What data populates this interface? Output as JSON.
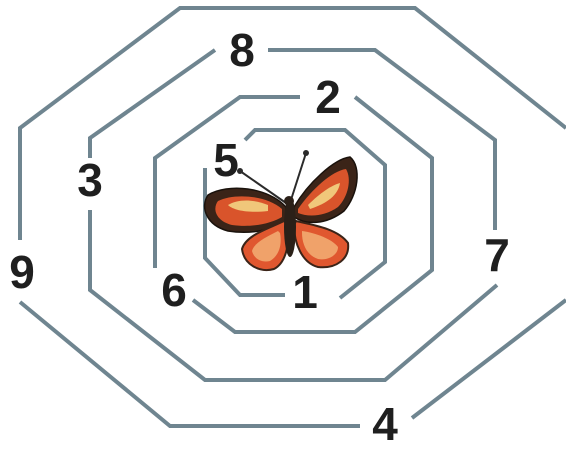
{
  "labels": {
    "n1": "1",
    "n2": "2",
    "n3": "3",
    "n4": "4",
    "n5": "5",
    "n6": "6",
    "n7": "7",
    "n8": "8",
    "n9": "9"
  },
  "colors": {
    "path": "#6f8590",
    "number": "#1f1f1f",
    "wing_orange": "#e0572f",
    "wing_dark": "#3b2418",
    "wing_yellow": "#f0c77a"
  },
  "icons": {
    "center": "butterfly-icon"
  }
}
